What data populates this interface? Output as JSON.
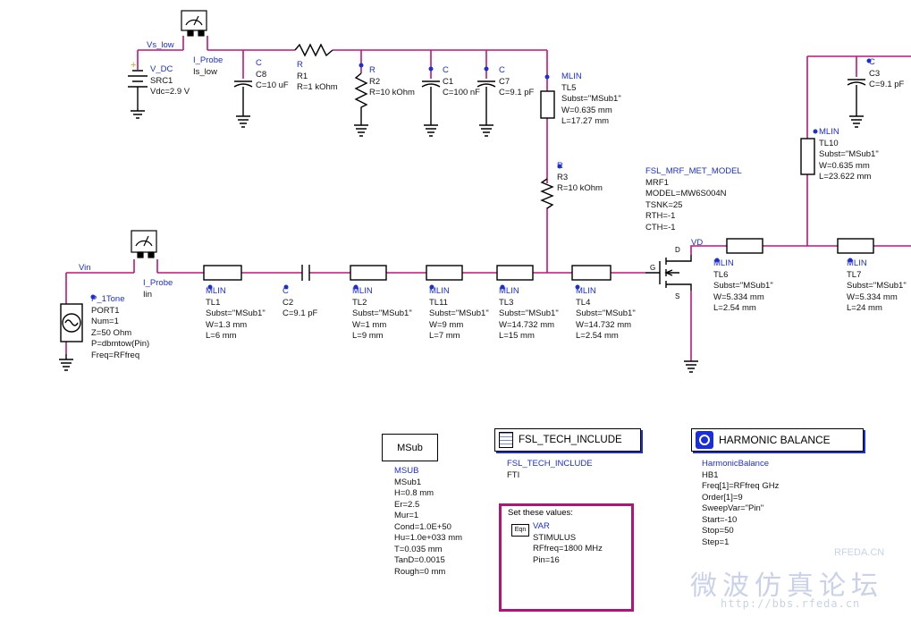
{
  "nets": {
    "vs_low": "Vs_low",
    "vin": "Vin",
    "vd": "VD"
  },
  "probes": {
    "top": {
      "type": "I_Probe",
      "name": "Is_low"
    },
    "bottom": {
      "type": "I_Probe",
      "name": "Iin"
    }
  },
  "components": {
    "vdc": {
      "type": "V_DC",
      "name": "SRC1",
      "value": "Vdc=2.9 V"
    },
    "c8": {
      "type": "C",
      "name": "C8",
      "value": "C=10 uF"
    },
    "r1": {
      "type": "R",
      "name": "R1",
      "value": "R=1 kOhm"
    },
    "r2": {
      "type": "R",
      "name": "R2",
      "value": "R=10 kOhm"
    },
    "c1": {
      "type": "C",
      "name": "C1",
      "value": "C=100 nF"
    },
    "c7": {
      "type": "C",
      "name": "C7",
      "value": "C=9.1 pF"
    },
    "tl5": {
      "type": "MLIN",
      "name": "TL5",
      "subst": "Subst=\"MSub1\"",
      "w": "W=0.635 mm",
      "l": "L=17.27 mm"
    },
    "r3": {
      "type": "R",
      "name": "R3",
      "value": "R=10 kOhm"
    },
    "c3": {
      "type": "C",
      "name": "C3",
      "value": "C=9.1 pF"
    },
    "tl10": {
      "type": "MLIN",
      "name": "TL10",
      "subst": "Subst=\"MSub1\"",
      "w": "W=0.635 mm",
      "l": "L=23.622 mm"
    },
    "mrf1": {
      "type": "FSL_MRF_MET_MODEL",
      "name": "MRF1",
      "model": "MODEL=MW6S004N",
      "tsnk": "TSNK=25",
      "rth": "RTH=-1",
      "cth": "CTH=-1"
    },
    "port1": {
      "type": "P_1Tone",
      "name": "PORT1",
      "num": "Num=1",
      "z": "Z=50 Ohm",
      "p": "P=dbmtow(Pin)",
      "freq": "Freq=RFfreq"
    },
    "tl1": {
      "type": "MLIN",
      "name": "TL1",
      "subst": "Subst=\"MSub1\"",
      "w": "W=1.3 mm",
      "l": "L=6 mm"
    },
    "c2": {
      "type": "C",
      "name": "C2",
      "value": "C=9.1 pF"
    },
    "tl2": {
      "type": "MLIN",
      "name": "TL2",
      "subst": "Subst=\"MSub1\"",
      "w": "W=1 mm",
      "l": "L=9 mm"
    },
    "tl11": {
      "type": "MLIN",
      "name": "TL11",
      "subst": "Subst=\"MSub1\"",
      "w": "W=9 mm",
      "l": "L=7 mm"
    },
    "tl3": {
      "type": "MLIN",
      "name": "TL3",
      "subst": "Subst=\"MSub1\"",
      "w": "W=14.732 mm",
      "l": "L=15 mm"
    },
    "tl4": {
      "type": "MLIN",
      "name": "TL4",
      "subst": "Subst=\"MSub1\"",
      "w": "W=14.732 mm",
      "l": "L=2.54 mm"
    },
    "tl6": {
      "type": "MLIN",
      "name": "TL6",
      "subst": "Subst=\"MSub1\"",
      "w": "W=5.334 mm",
      "l": "L=2.54 mm"
    },
    "tl7": {
      "type": "MLIN",
      "name": "TL7",
      "subst": "Subst=\"MSub1\"",
      "w": "W=5.334 mm",
      "l": "L=24 mm"
    }
  },
  "pins": {
    "d": "D",
    "g": "G",
    "s": "S"
  },
  "msub": {
    "icon_label": "MSub",
    "type": "MSUB",
    "name": "MSub1",
    "params": [
      "H=0.8 mm",
      "Er=2.5",
      "Mur=1",
      "Cond=1.0E+50",
      "Hu=1.0e+033 mm",
      "T=0.035 mm",
      "TanD=0.0015",
      "Rough=0 mm"
    ]
  },
  "tech_include": {
    "title": "FSL_TECH_INCLUDE",
    "type": "FSL_TECH_INCLUDE",
    "name": "FTI"
  },
  "harmonic_balance": {
    "title": "HARMONIC BALANCE",
    "type": "HarmonicBalance",
    "name": "HB1",
    "params": [
      "Freq[1]=RFfreq GHz",
      "Order[1]=9",
      "SweepVar=\"Pin\"",
      "Start=-10",
      "Stop=50",
      "Step=1"
    ]
  },
  "var": {
    "header": "Set these values:",
    "icon_label": "Eqn",
    "type": "VAR",
    "name": "STIMULUS",
    "params": [
      "RFfreq=1800 MHz",
      "Pin=16"
    ]
  },
  "watermark": {
    "chinese": "微波仿真论坛",
    "site": "RFEDA.CN",
    "url": "http://bbs.rfeda.cn"
  },
  "colors": {
    "wire": "#c0157a",
    "label": "#1b2fd6",
    "component": "#000000"
  }
}
